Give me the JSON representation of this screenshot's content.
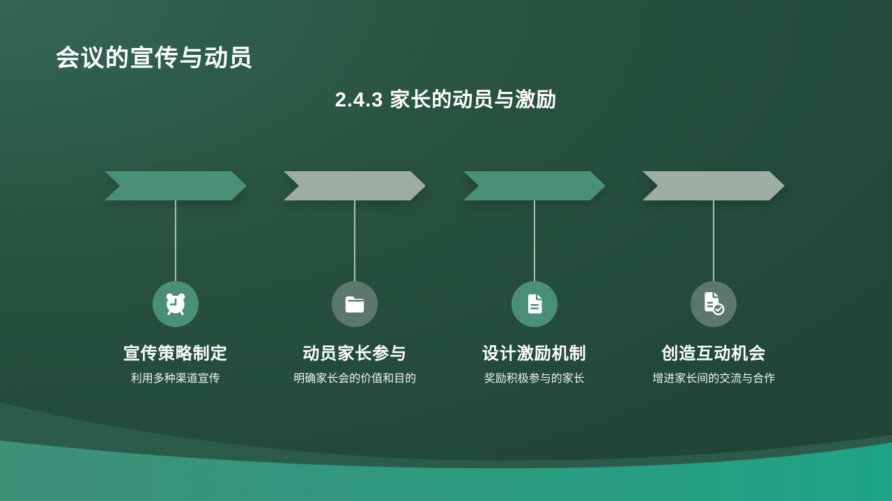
{
  "slide": {
    "title": "会议的宣传与动员",
    "subtitle": "2.4.3 家长的动员与激励"
  },
  "steps": [
    {
      "heading": "宣传策略制定",
      "description": "利用多种渠道宣传",
      "icon": "alarm-clock-icon",
      "accent": "teal"
    },
    {
      "heading": "动员家长参与",
      "description": "明确家长会的价值和目的",
      "icon": "folder-icon",
      "accent": "gray"
    },
    {
      "heading": "设计激励机制",
      "description": "奖励积极参与的家长",
      "icon": "document-icon",
      "accent": "teal"
    },
    {
      "heading": "创造互动机会",
      "description": "增进家长间的交流与合作",
      "icon": "document-check-icon",
      "accent": "gray"
    }
  ],
  "colors": {
    "background_dark": "#234A3C",
    "background_light": "#346658",
    "teal_accent": "#4A9078",
    "gray_accent": "#9DADA4",
    "teal_circle": "#4A9078",
    "gray_circle": "#5C776B",
    "connector": "#C6D4CC",
    "wave_mid": "#2C5B4A",
    "wave_teal_left": "#3E9077",
    "wave_teal_right": "#1EA385",
    "text": "#FFFFFF"
  }
}
